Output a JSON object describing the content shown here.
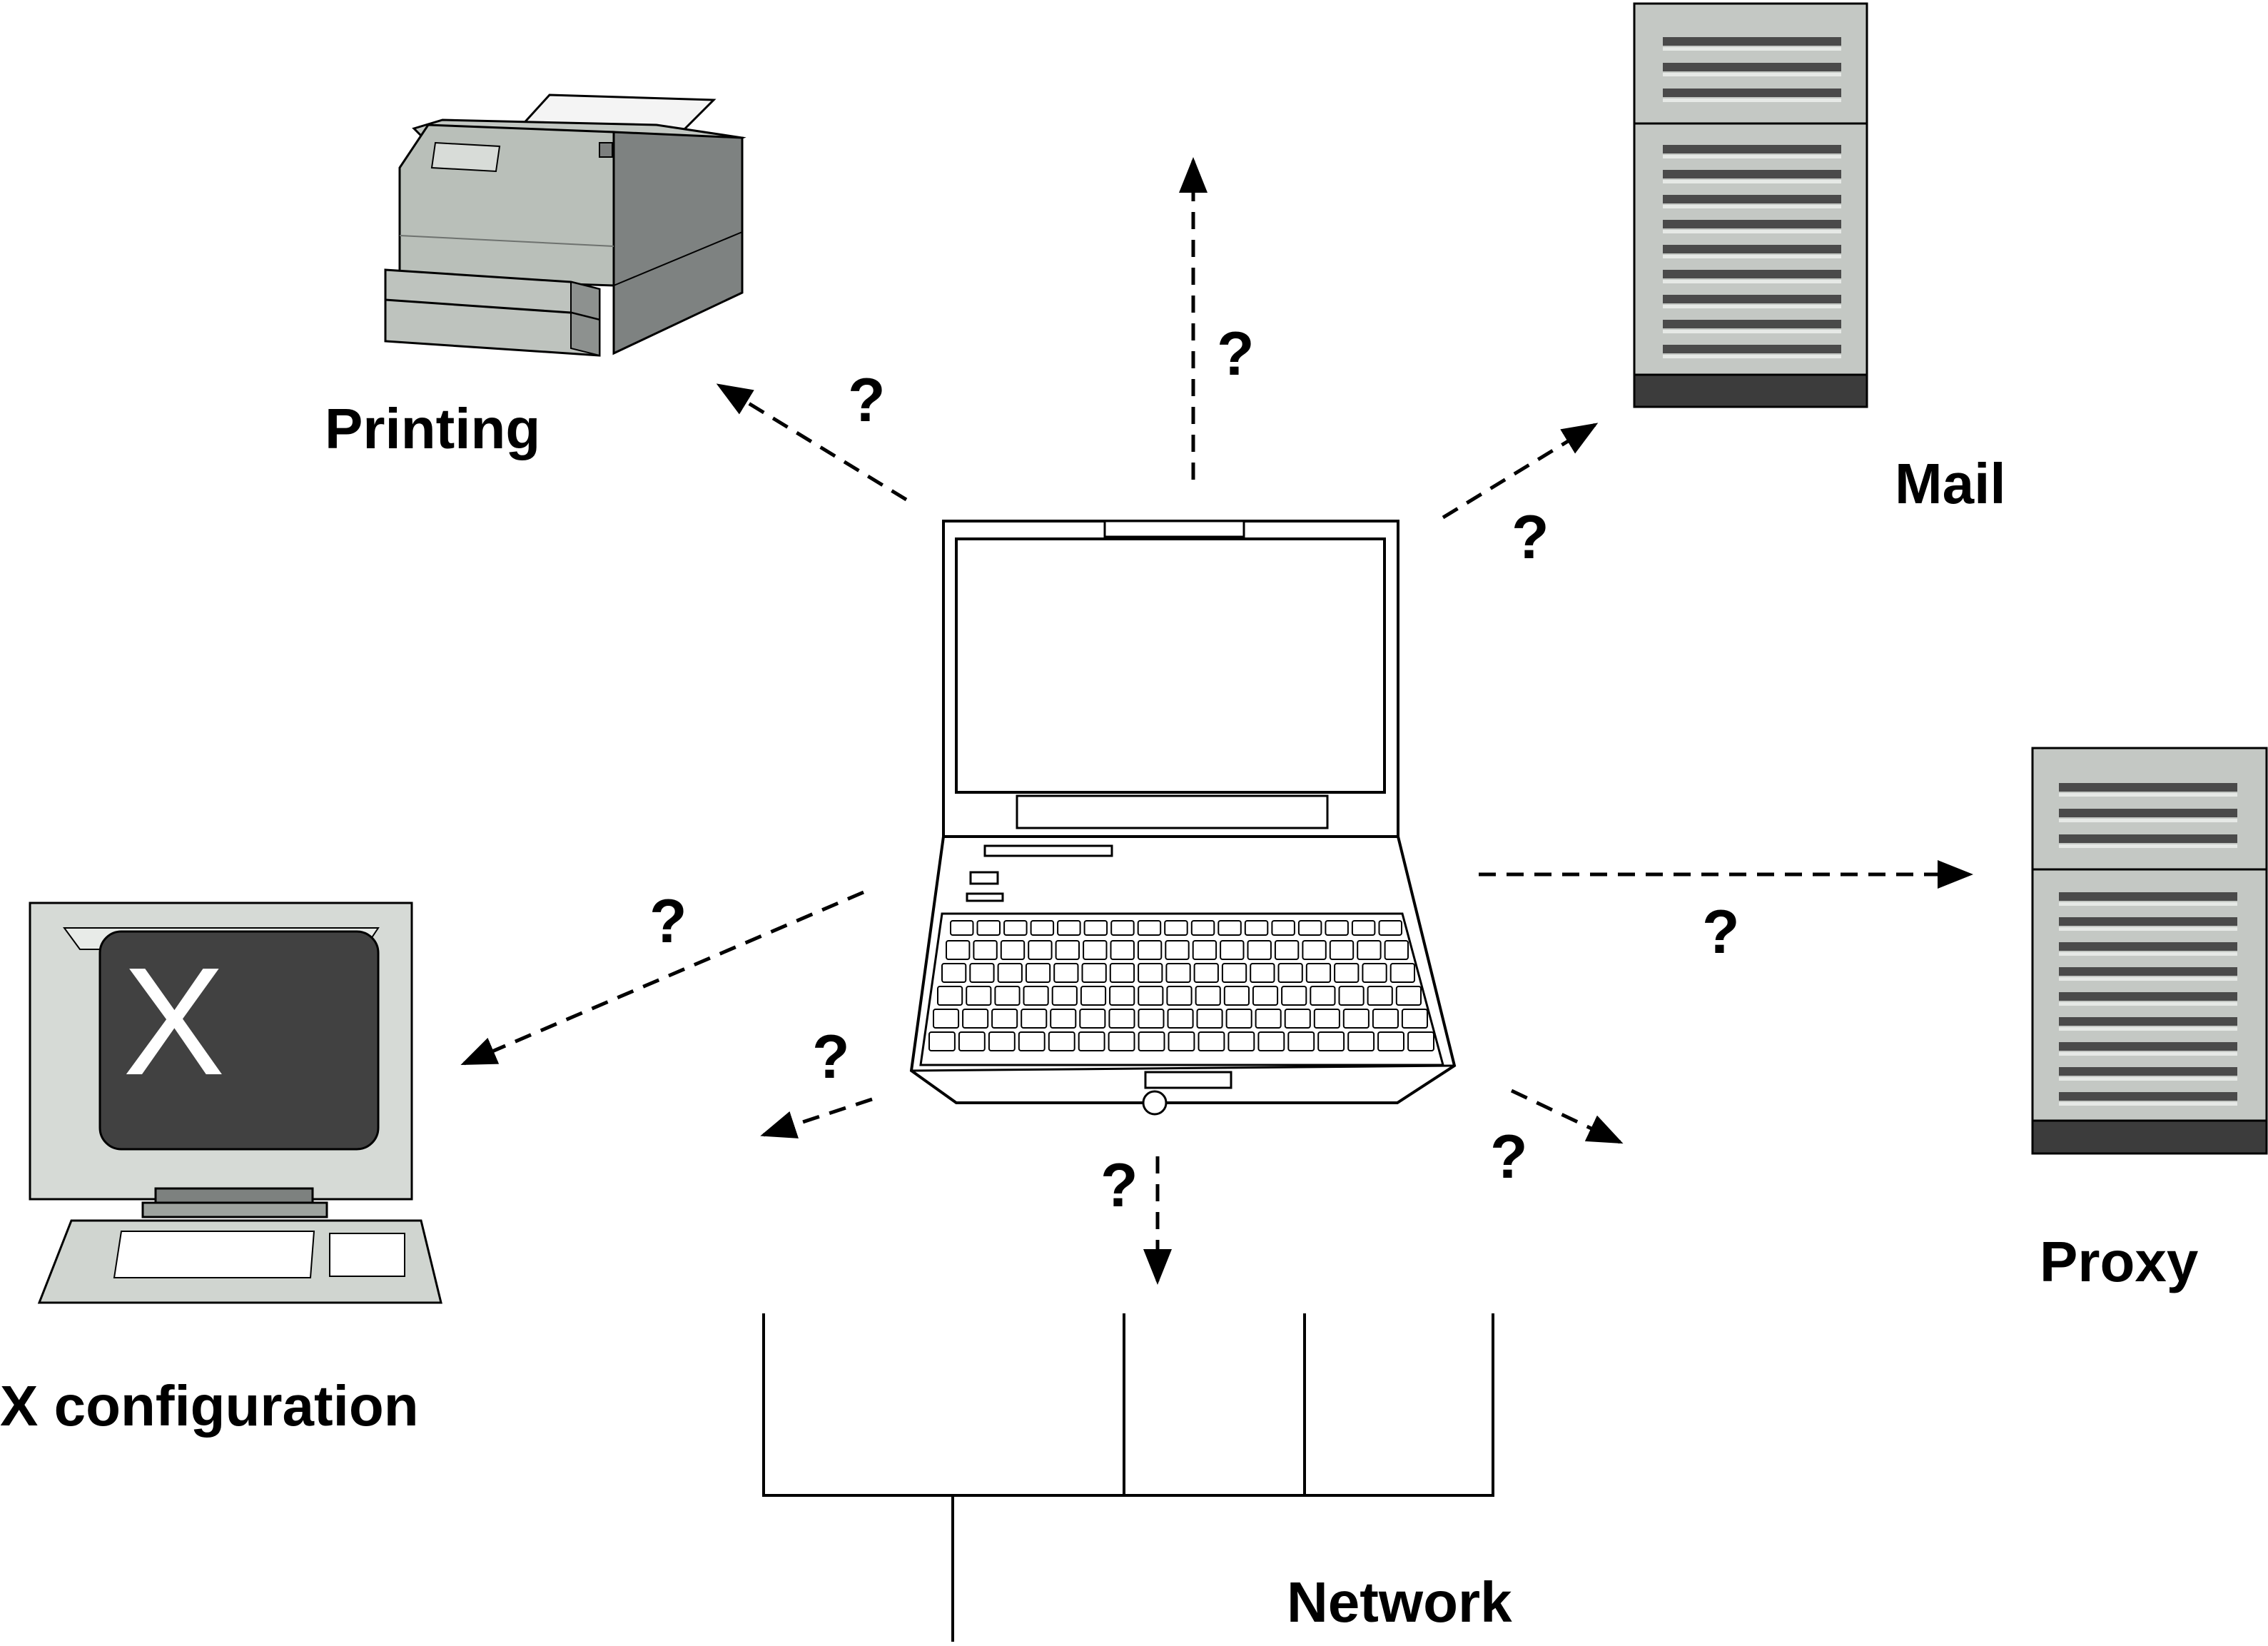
{
  "labels": {
    "printing": "Printing",
    "mail": "Mail",
    "proxy": "Proxy",
    "x_configuration": "X configuration",
    "network": "Network"
  },
  "question_mark": "?",
  "x_logo_letter": "X",
  "colors": {
    "device_light": "#bcc3bc",
    "device_mid": "#9ea39f",
    "device_dark": "#3c3c3c",
    "screen_dark": "#414141",
    "line": "#000000",
    "background": "#ffffff"
  },
  "icons": [
    "laptop-icon",
    "printer-icon",
    "mail-server-icon",
    "proxy-server-icon",
    "x-workstation-icon",
    "network-bus-icon"
  ]
}
